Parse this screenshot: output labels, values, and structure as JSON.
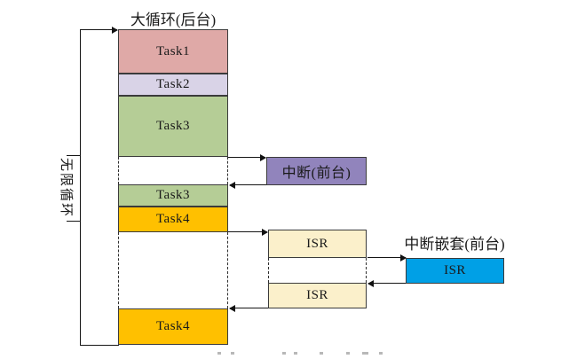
{
  "title": "大循环(后台)",
  "left_label": "无限循环",
  "column_tasks": [
    {
      "label": "Task1",
      "color": "#dfa9a7"
    },
    {
      "label": "Task2",
      "color": "#d9d3e7"
    },
    {
      "label": "Task3",
      "color": "#b5cd96"
    },
    {
      "label": "",
      "color": ""
    },
    {
      "label": "Task3",
      "color": "#b5cd96"
    },
    {
      "label": "Task4",
      "color": "#ffc000"
    },
    {
      "label": "",
      "color": ""
    },
    {
      "label": "Task4",
      "color": "#ffc000"
    }
  ],
  "interrupt_box": {
    "label": "中断(前台)",
    "color": "#9184bc"
  },
  "isr_boxes": [
    {
      "label": "ISR",
      "color": "#fbf0cb"
    },
    {
      "label": "ISR",
      "color": "#fbf0cb"
    }
  ],
  "nested_interrupt": {
    "caption": "中断嵌套(前台)",
    "isr_label": "ISR",
    "color": "#00a0e6"
  },
  "line_color": "#151515",
  "border_color": "#3b3b3b"
}
